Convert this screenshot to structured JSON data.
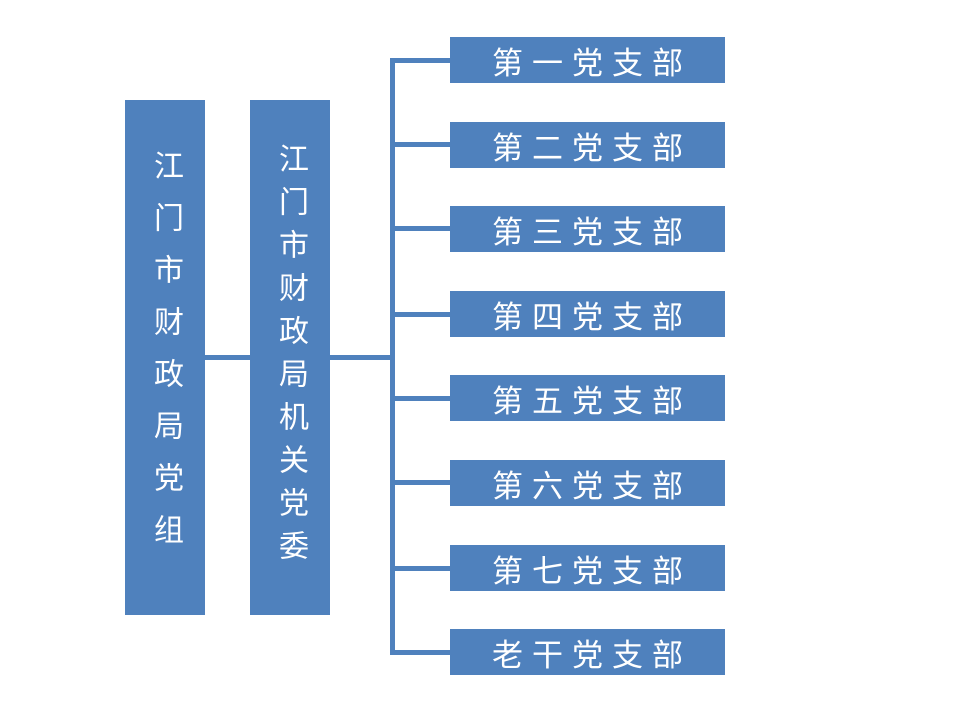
{
  "colors": {
    "box-color": "#4f81bd",
    "line-color": "#4f81bd",
    "text-color": "#ffffff"
  },
  "root_node": {
    "label": "江门市财政局党组"
  },
  "committee_node": {
    "label": "江门市财政局机关党委"
  },
  "branches": [
    "第一党支部",
    "第二党支部",
    "第三党支部",
    "第四党支部",
    "第五党支部",
    "第六党支部",
    "第七党支部",
    "老干党支部"
  ]
}
